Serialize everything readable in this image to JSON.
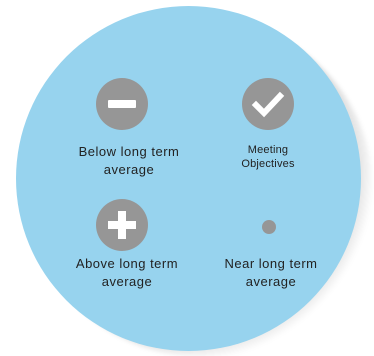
{
  "legend": {
    "items": [
      {
        "line1": "Below long term",
        "line2": "average",
        "icon": "minus-circle-icon"
      },
      {
        "line1": "Meeting",
        "line2": "Objectives",
        "icon": "check-circle-icon"
      },
      {
        "line1": "Above long term",
        "line2": "average",
        "icon": "plus-circle-icon"
      },
      {
        "line1": "Near long term",
        "line2": "average",
        "icon": "dot-icon"
      }
    ]
  },
  "colors": {
    "disc": "#97d3ee",
    "icon_fill": "#969696",
    "glyph": "#ffffff",
    "text": "#222222"
  }
}
